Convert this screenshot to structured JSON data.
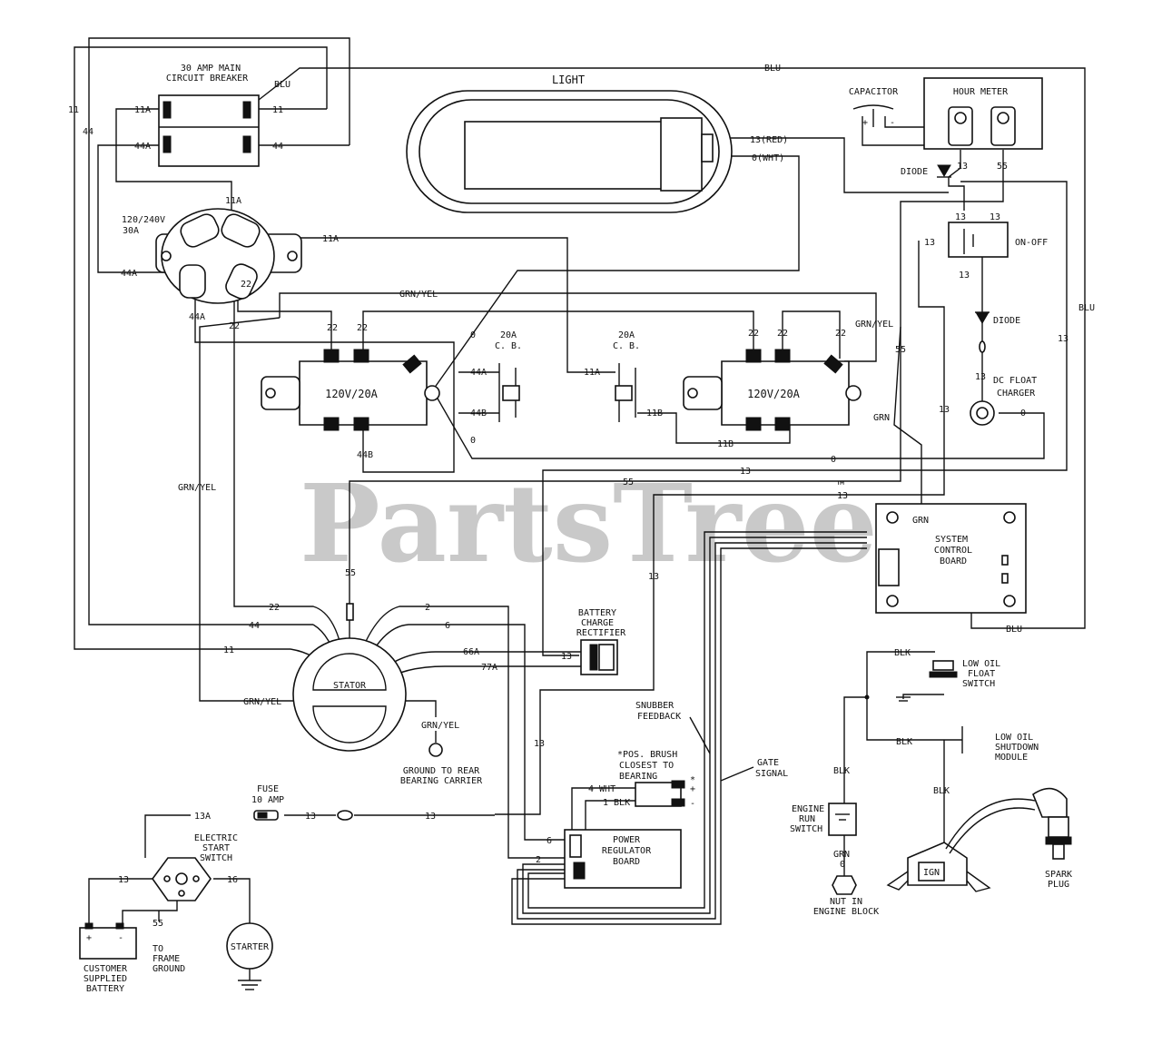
{
  "watermark": "PartsTree",
  "trademark": "™",
  "components": {
    "main_breaker": "30 AMP MAIN",
    "main_breaker_2": "CIRCUIT BREAKER",
    "light": "LIGHT",
    "capacitor": "CAPACITOR",
    "hour_meter": "HOUR METER",
    "diode_1": "DIODE",
    "diode_2": "DIODE",
    "on_off": "ON-OFF",
    "dc_float_1": "DC FLOAT",
    "dc_float_2": "CHARGER",
    "twistlock_1": "120/240V",
    "twistlock_2": "30A",
    "receptacle_left": "120V/20A",
    "receptacle_right": "120V/20A",
    "cb20_left_1": "20A",
    "cb20_left_2": "C. B.",
    "cb20_right_1": "20A",
    "cb20_right_2": "C. B.",
    "scb_1": "SYSTEM",
    "scb_2": "CONTROL",
    "scb_3": "BOARD",
    "rectifier_1": "BATTERY",
    "rectifier_2": "CHARGE",
    "rectifier_3": "RECTIFIER",
    "stator": "STATOR",
    "ground_rear_1": "GROUND TO REAR",
    "ground_rear_2": "BEARING CARRIER",
    "fuse_1": "FUSE",
    "fuse_2": "10 AMP",
    "start_switch_1": "ELECTRIC",
    "start_switch_2": "START",
    "start_switch_3": "SWITCH",
    "battery_1": "CUSTOMER",
    "battery_2": "SUPPLIED",
    "battery_3": "BATTERY",
    "frame_ground_1": "TO",
    "frame_ground_2": "FRAME",
    "frame_ground_3": "GROUND",
    "starter": "STARTER",
    "snubber_1": "SNUBBER",
    "snubber_2": "FEEDBACK",
    "gate_1": "GATE",
    "gate_2": "SIGNAL",
    "brush_1": "*POS. BRUSH",
    "brush_2": "CLOSEST TO",
    "brush_3": "BEARING",
    "regulator_1": "POWER",
    "regulator_2": "REGULATOR",
    "regulator_3": "BOARD",
    "low_oil_float_1": "LOW OIL",
    "low_oil_float_2": "FLOAT",
    "low_oil_float_3": "SWITCH",
    "low_oil_shutdown_1": "LOW OIL",
    "low_oil_shutdown_2": "SHUTDOWN",
    "low_oil_shutdown_3": "MODULE",
    "engine_run_1": "ENGINE",
    "engine_run_2": "RUN",
    "engine_run_3": "SWITCH",
    "nut_1": "NUT IN",
    "nut_2": "ENGINE BLOCK",
    "spark_1": "SPARK",
    "spark_2": "PLUG",
    "ign": "IGN"
  },
  "wires": {
    "w11": "11",
    "w44": "44",
    "w11a": "11A",
    "w44a": "44A",
    "w44b": "44B",
    "w11b": "11B",
    "w22": "22",
    "w13": "13",
    "w13a": "13A",
    "w55": "55",
    "w0": "0",
    "w2": "2",
    "w6": "6",
    "w16": "16",
    "w66a": "66A",
    "w77a": "77A",
    "blu": "BLU",
    "blk": "BLK",
    "grn": "GRN",
    "grn_yel": "GRN/YEL",
    "red": "13(RED)",
    "wht": "0(WHT)",
    "wht4": "4 WHT",
    "blk1": "1 BLK",
    "plus": "+",
    "minus": "-",
    "star": "*"
  }
}
